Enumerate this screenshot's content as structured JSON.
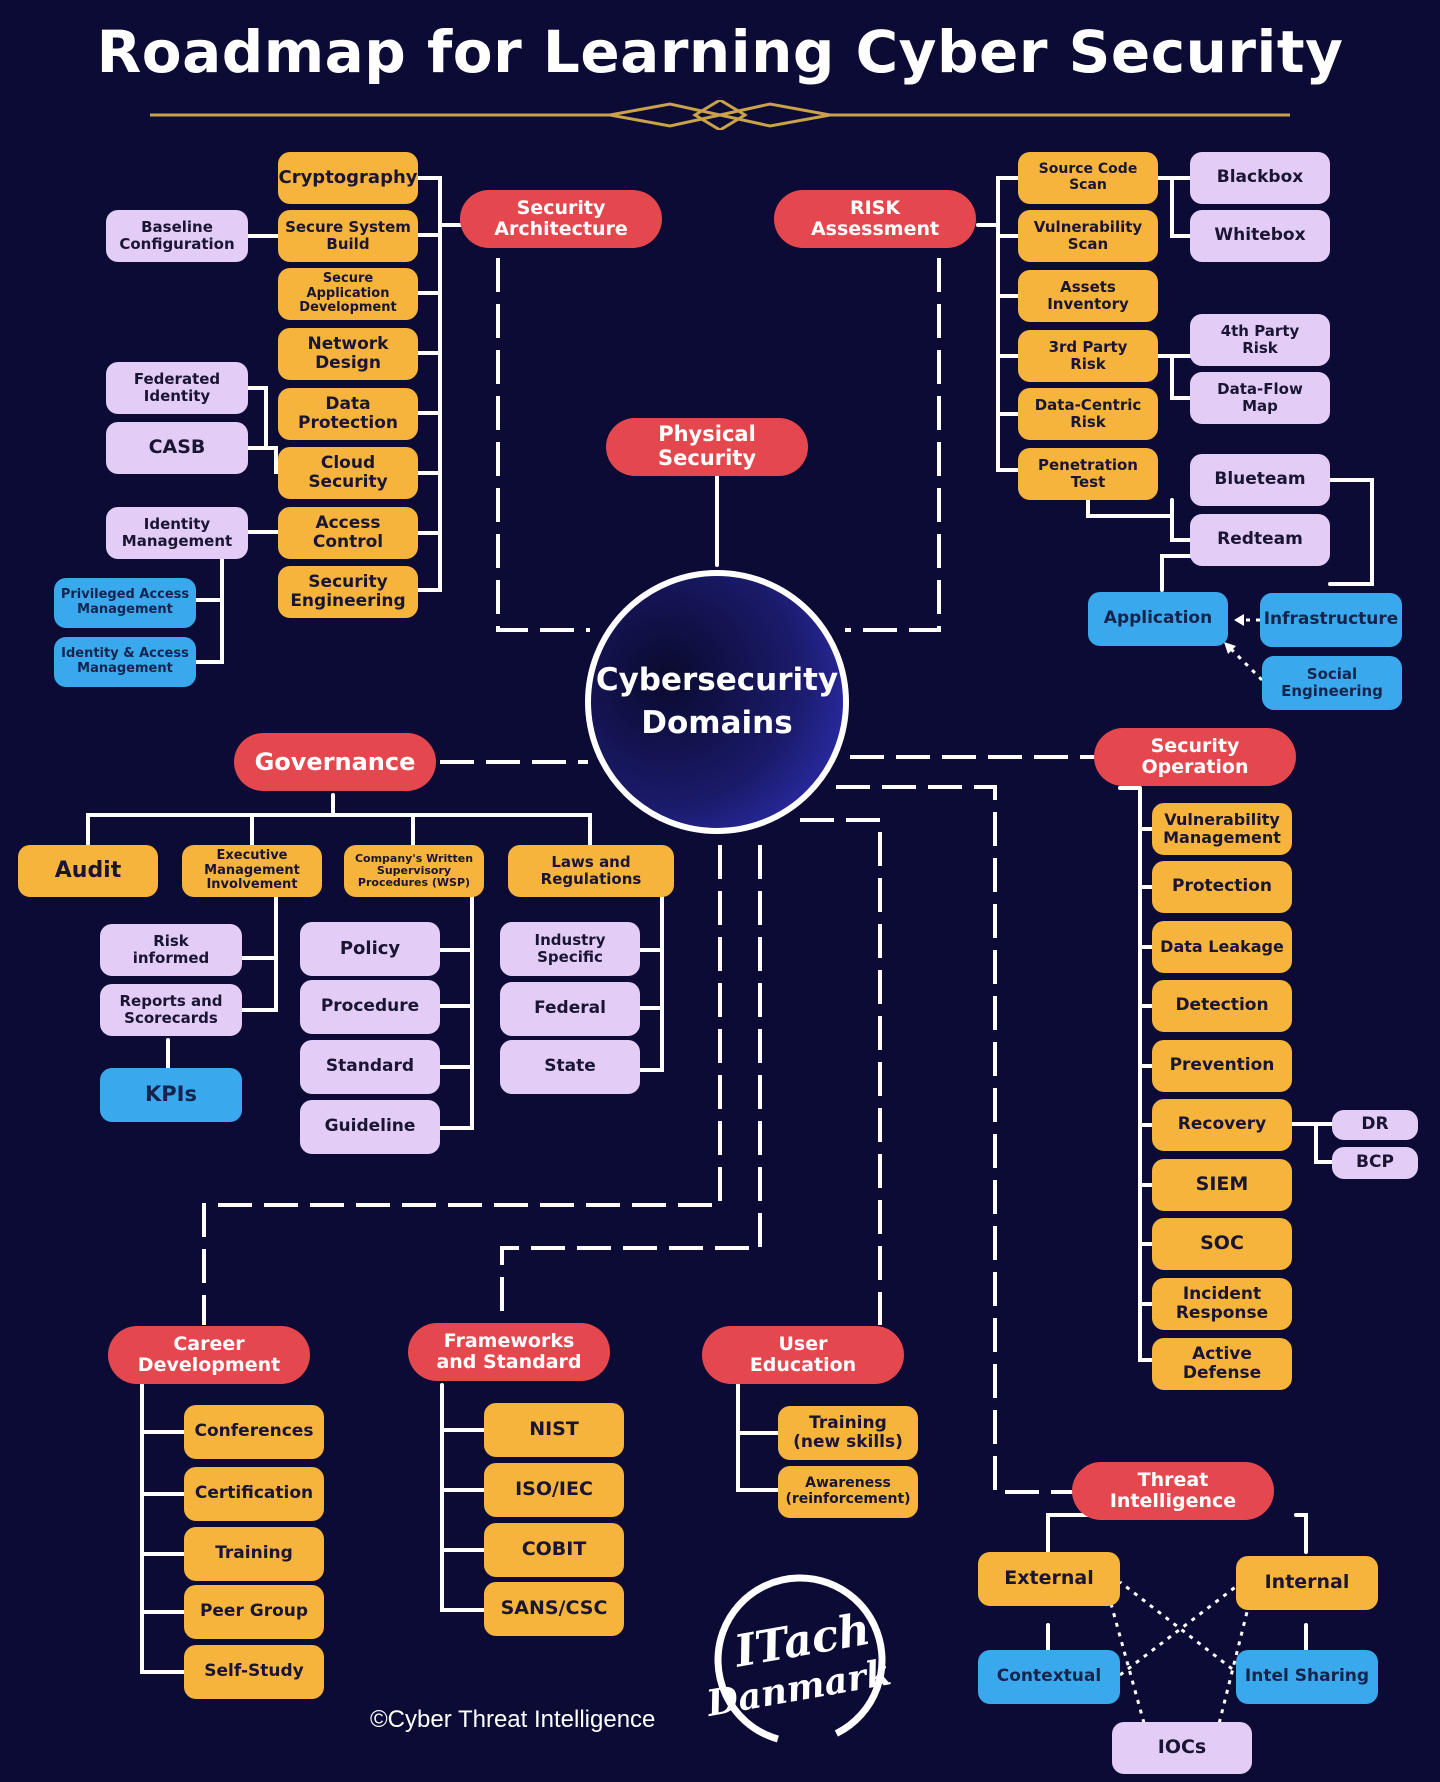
{
  "title": "Roadmap for Learning Cyber Security",
  "center": "Cybersecurity\nDomains",
  "security_architecture": {
    "label": "Security\nArchitecture",
    "items": [
      "Cryptography",
      "Secure System\nBuild",
      "Secure Application\nDevelopment",
      "Network\nDesign",
      "Data\nProtection",
      "Cloud\nSecurity",
      "Access\nControl",
      "Security\nEngineering"
    ],
    "side": [
      "Baseline\nConfiguration",
      "Federated\nIdentity",
      "CASB",
      "Identity\nManagement"
    ],
    "iam": [
      "Privileged Access\nManagement",
      "Identity & Access\nManagement"
    ]
  },
  "physical_security": "Physical\nSecurity",
  "risk_assessment": {
    "label": "RISK\nAssessment",
    "items": [
      "Source Code\nScan",
      "Vulnerability\nScan",
      "Assets\nInventory",
      "3rd Party\nRisk",
      "Data-Centric\nRisk",
      "Penetration\nTest"
    ],
    "side": [
      "Blackbox",
      "Whitebox",
      "4th Party\nRisk",
      "Data-Flow\nMap",
      "Blueteam",
      "Redteam"
    ],
    "blue": [
      "Application",
      "Infrastructure",
      "Social\nEngineering"
    ]
  },
  "governance": {
    "label": "Governance",
    "items": [
      "Audit",
      "Executive\nManagement\nInvolvement",
      "Company's Written\nSupervisory\nProcedures (WSP)",
      "Laws and\nRegulations"
    ],
    "exec_children": [
      "Risk\ninformed",
      "Reports and\nScorecards"
    ],
    "kpi": "KPIs",
    "wsp_children": [
      "Policy",
      "Procedure",
      "Standard",
      "Guideline"
    ],
    "laws_children": [
      "Industry\nSpecific",
      "Federal",
      "State"
    ]
  },
  "security_operation": {
    "label": "Security\nOperation",
    "items": [
      "Vulnerability\nManagement",
      "Protection",
      "Data Leakage",
      "Detection",
      "Prevention",
      "Recovery",
      "SIEM",
      "SOC",
      "Incident\nResponse",
      "Active\nDefense"
    ],
    "recovery_children": [
      "DR",
      "BCP"
    ]
  },
  "career_development": {
    "label": "Career\nDevelopment",
    "items": [
      "Conferences",
      "Certification",
      "Training",
      "Peer Group",
      "Self-Study"
    ]
  },
  "frameworks": {
    "label": "Frameworks\nand Standard",
    "items": [
      "NIST",
      "ISO/IEC",
      "COBIT",
      "SANS/CSC"
    ]
  },
  "user_education": {
    "label": "User\nEducation",
    "items": [
      "Training\n(new skills)",
      "Awareness\n(reinforcement)"
    ]
  },
  "threat_intelligence": {
    "label": "Threat\nIntelligence",
    "items": [
      "External",
      "Internal"
    ],
    "blue": [
      "Contextual",
      "Intel Sharing"
    ],
    "iocs": "IOCs"
  },
  "footer": "©Cyber Threat Intelligence",
  "logo": {
    "line1": "ITach",
    "line2": "Danmark"
  },
  "colors": {
    "background": "#0b0b36",
    "red": "#e4484e",
    "orange": "#f6b43c",
    "lavender": "#e3cdf7",
    "blue": "#3aa8ec",
    "gold": "#c9a24a"
  }
}
